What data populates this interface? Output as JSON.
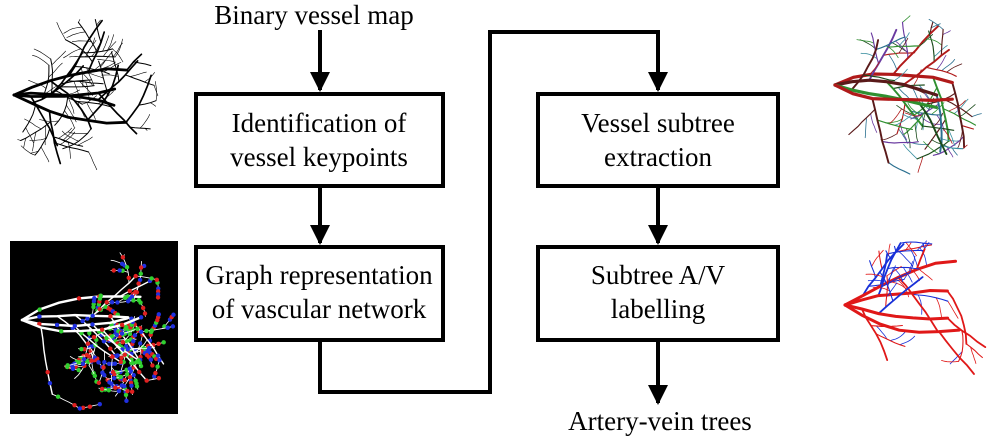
{
  "input_label": "Binary vessel map",
  "output_label": "Artery-vein trees",
  "steps": [
    {
      "id": "keypoints",
      "lines": [
        "Identification of",
        "vessel keypoints"
      ]
    },
    {
      "id": "graph",
      "lines": [
        "Graph representation",
        "of vascular network"
      ]
    },
    {
      "id": "subtree",
      "lines": [
        "Vessel subtree",
        "extraction"
      ]
    },
    {
      "id": "labelling",
      "lines": [
        "Subtree A/V",
        "labelling"
      ]
    }
  ],
  "colors": {
    "line": "#000000",
    "box_border": "#000000",
    "vessel_binary": "#000000",
    "graph_background": "#000000",
    "graph_vessel": "#ffffff",
    "graph_node_red": "#e02020",
    "graph_node_green": "#30d030",
    "graph_node_blue": "#2030e0",
    "artery": "#e01818",
    "vein": "#1830d8",
    "subtree_colors": [
      "#1a4a1a",
      "#2f8f2f",
      "#6a3aa0",
      "#2a6f8f",
      "#5a1a1a",
      "#b01a1a",
      "#3a8fa0"
    ]
  }
}
